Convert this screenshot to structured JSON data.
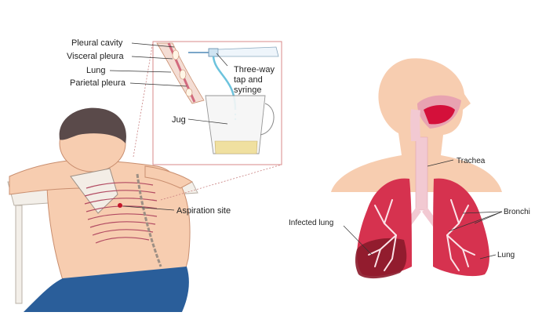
{
  "left_panel": {
    "labels": {
      "pleural_cavity": "Pleural cavity",
      "visceral_pleura": "Visceral pleura",
      "lung": "Lung",
      "parietal_pleura": "Parietal pleura",
      "three_way_line1": "Three-way",
      "three_way_line2": "tap and",
      "three_way_line3": "syringe",
      "jug": "Jug",
      "aspiration_site": "Aspiration site"
    }
  },
  "right_panel": {
    "labels": {
      "trachea": "Trachea",
      "bronchi": "Bronchi",
      "infected_lung": "Infected lung",
      "lung": "Lung"
    }
  },
  "colors": {
    "skin": "#f7cdb0",
    "skin_shadow": "#e8b596",
    "hair": "#5a4a4a",
    "pants": "#2a5e9a",
    "lung_red": "#d6324f",
    "lung_dark": "#8b1a2a",
    "trachea_pink": "#f2c9d2",
    "inset_border": "#d88a8a",
    "fluid": "#f0e0a0"
  }
}
